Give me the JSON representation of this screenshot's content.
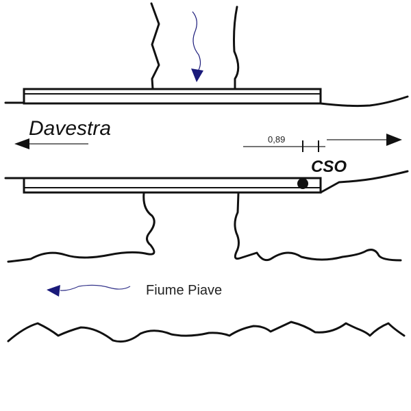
{
  "labels": {
    "channel_name": "Davestra",
    "distance": "0,89",
    "cso": "CSO",
    "river_name": "Fiume Piave"
  },
  "colors": {
    "ink": "#111111",
    "flow_arrow": "#1a1a7a"
  },
  "icons": {
    "left_arrow": "arrow-left-icon",
    "right_arrow": "arrow-right-icon",
    "flow_arrow_down": "flow-arrow-down-icon",
    "flow_arrow_left": "flow-arrow-left-icon",
    "cso_outfall": "filled-circle"
  }
}
